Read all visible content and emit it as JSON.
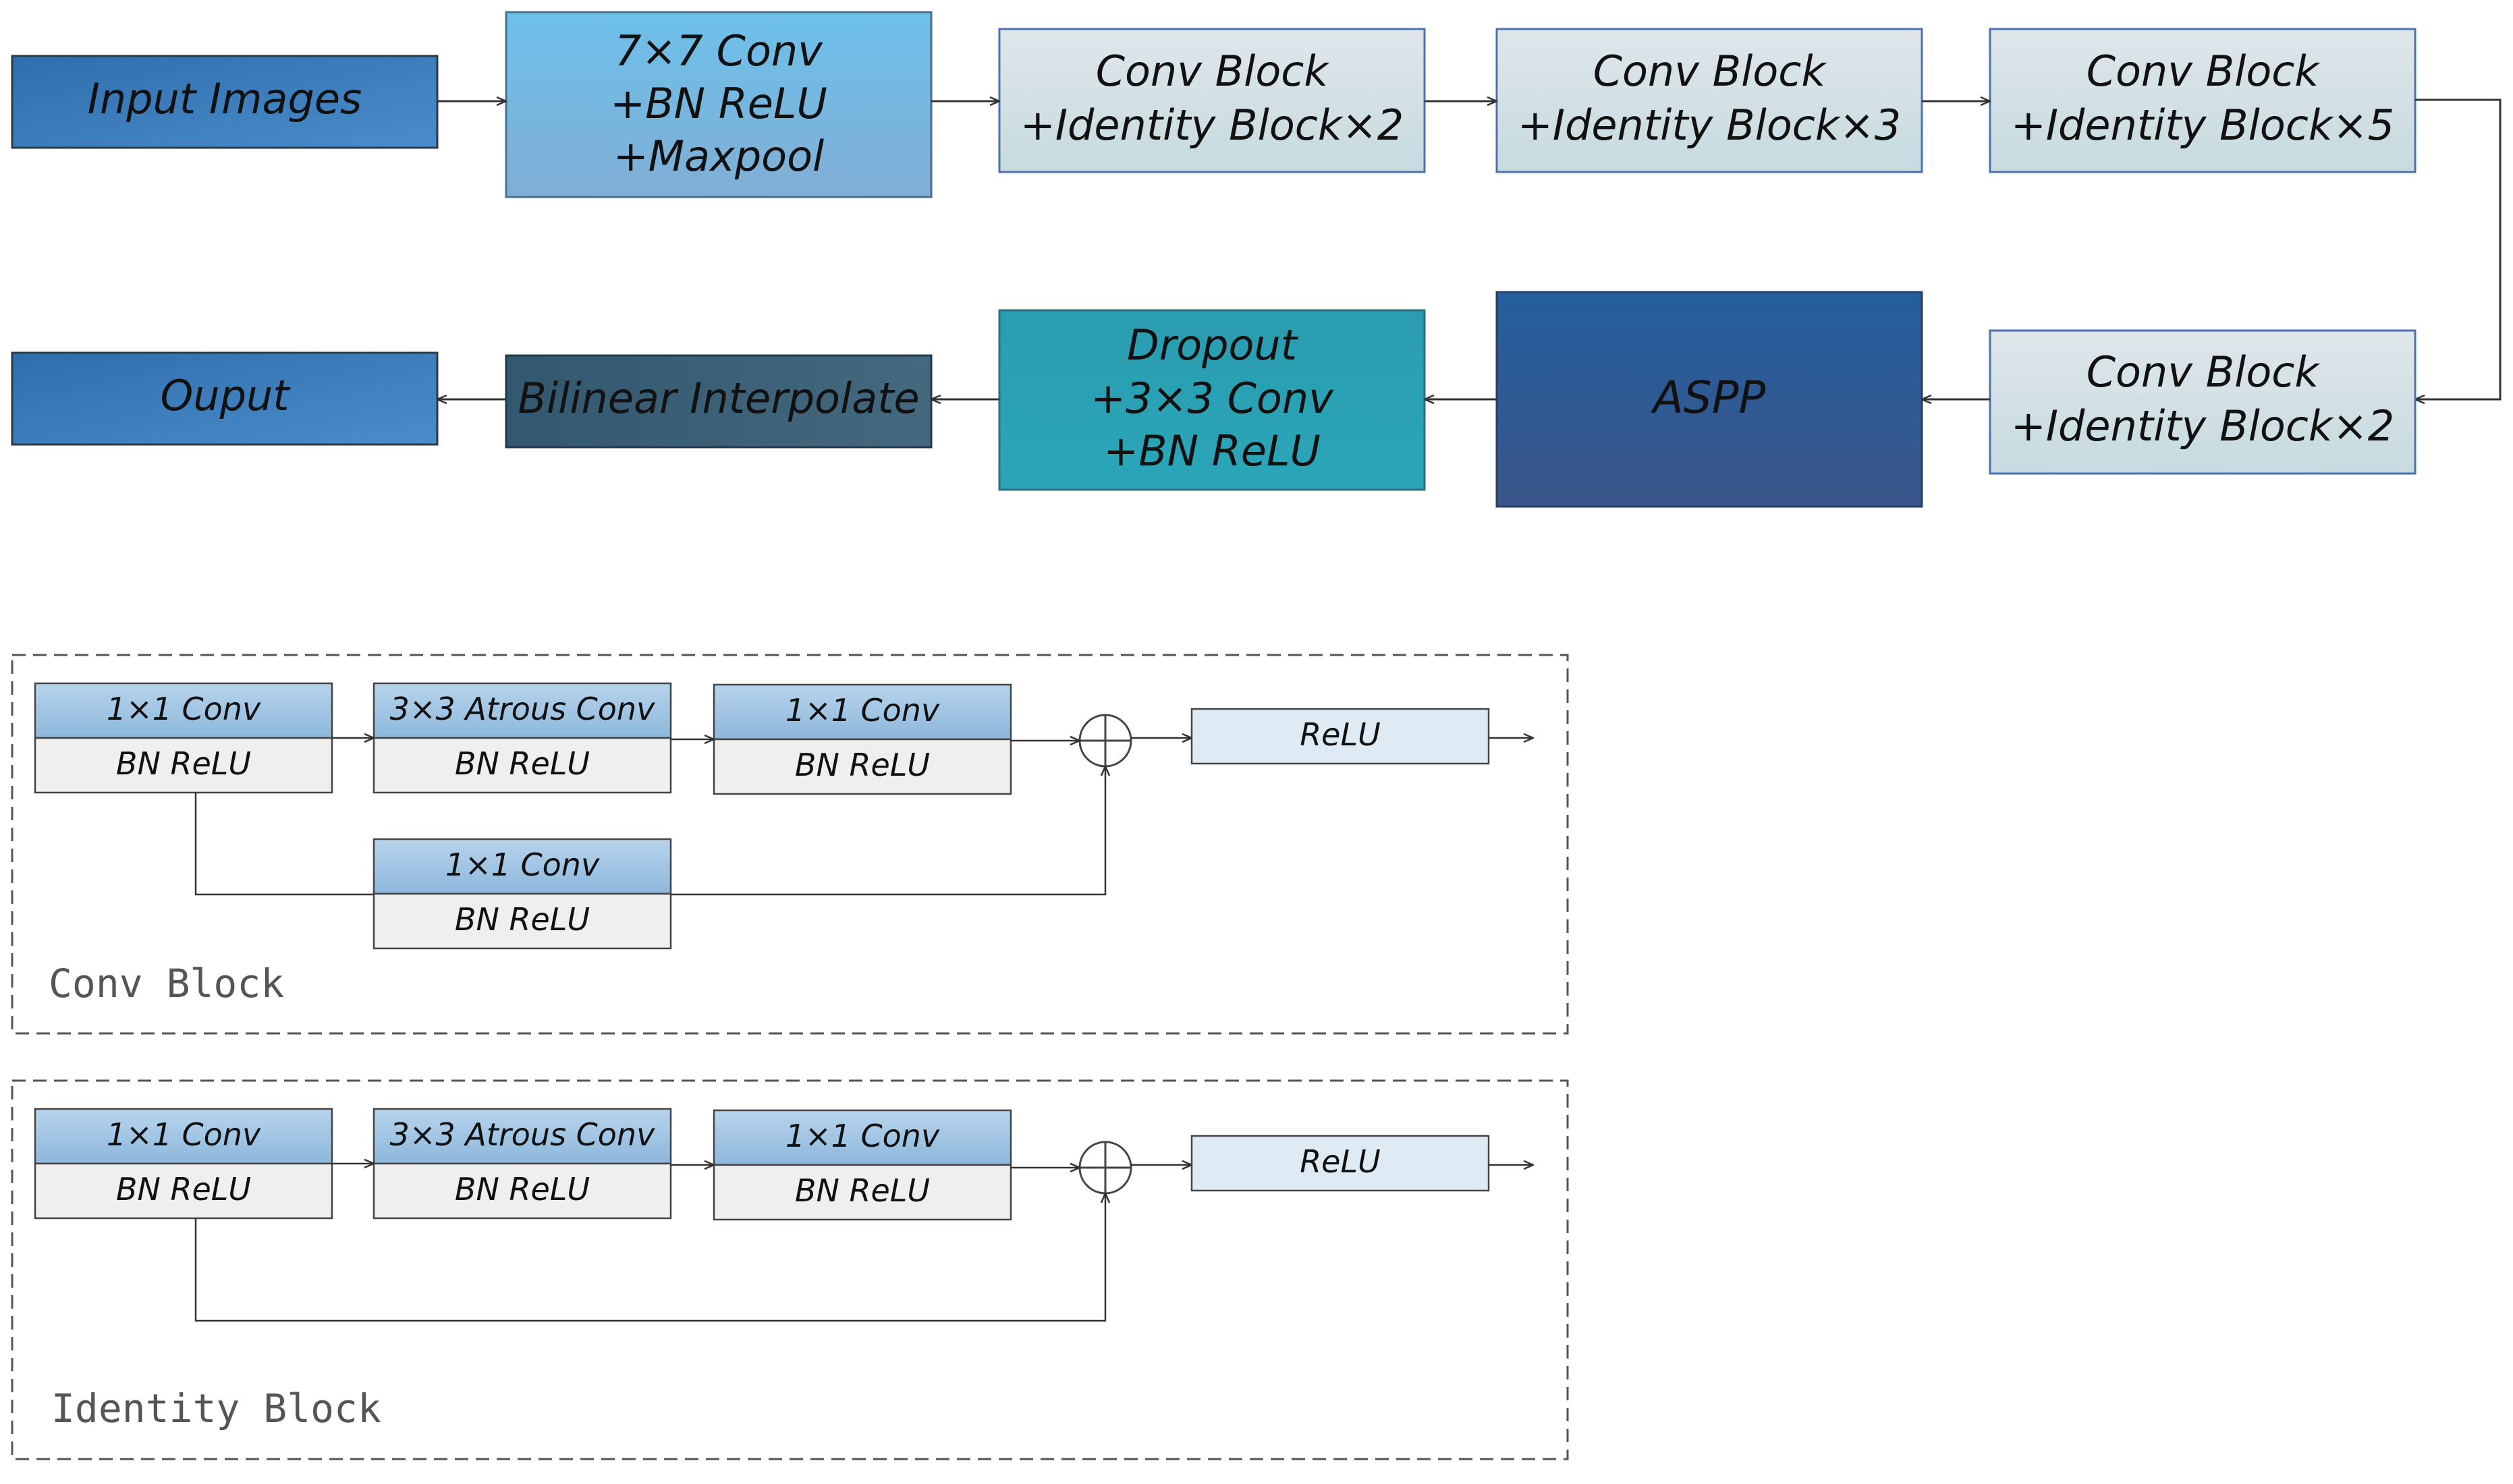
{
  "main_flow": {
    "input": "Input  Images",
    "stem": [
      "7×7 Conv",
      "+BN ReLU",
      "+Maxpool"
    ],
    "stage1": [
      "Conv Block",
      "+Identity Block×2"
    ],
    "stage2": [
      "Conv Block",
      "+Identity Block×3"
    ],
    "stage3": [
      "Conv Block",
      "+Identity Block×5"
    ],
    "stage4": [
      "Conv Block",
      "+Identity Block×2"
    ],
    "aspp": "ASPP",
    "head": [
      "Dropout",
      "+3×3 Conv",
      "+BN ReLU"
    ],
    "upsample": "Bilinear Interpolate",
    "output": "Ouput"
  },
  "conv_block": {
    "title": "Conv Block",
    "unit1": [
      "1×1 Conv",
      "BN ReLU"
    ],
    "unit2": [
      "3×3 Atrous Conv",
      "BN ReLU"
    ],
    "unit3": [
      "1×1 Conv",
      "BN ReLU"
    ],
    "shortcut": [
      "1×1 Conv",
      "BN ReLU"
    ],
    "relu": "ReLU"
  },
  "identity_block": {
    "title": "Identity Block",
    "unit1": [
      "1×1 Conv",
      "BN ReLU"
    ],
    "unit2": [
      "3×3 Atrous Conv",
      "BN ReLU"
    ],
    "unit3": [
      "1×1 Conv",
      "BN ReLU"
    ],
    "relu": "ReLU"
  },
  "colors": {
    "input_box": "#3a7fc2",
    "stem_box": "#6cb6e0",
    "stage_box": "#d5e2e8",
    "aspp_box": "#2b5f9d",
    "head_box": "#2aa3b4",
    "upsample_box": "#3b5f77",
    "unit_header": "#9dc3e2",
    "unit_body": "#efefef",
    "relu_box": "#deebf5",
    "line": "#333333"
  }
}
